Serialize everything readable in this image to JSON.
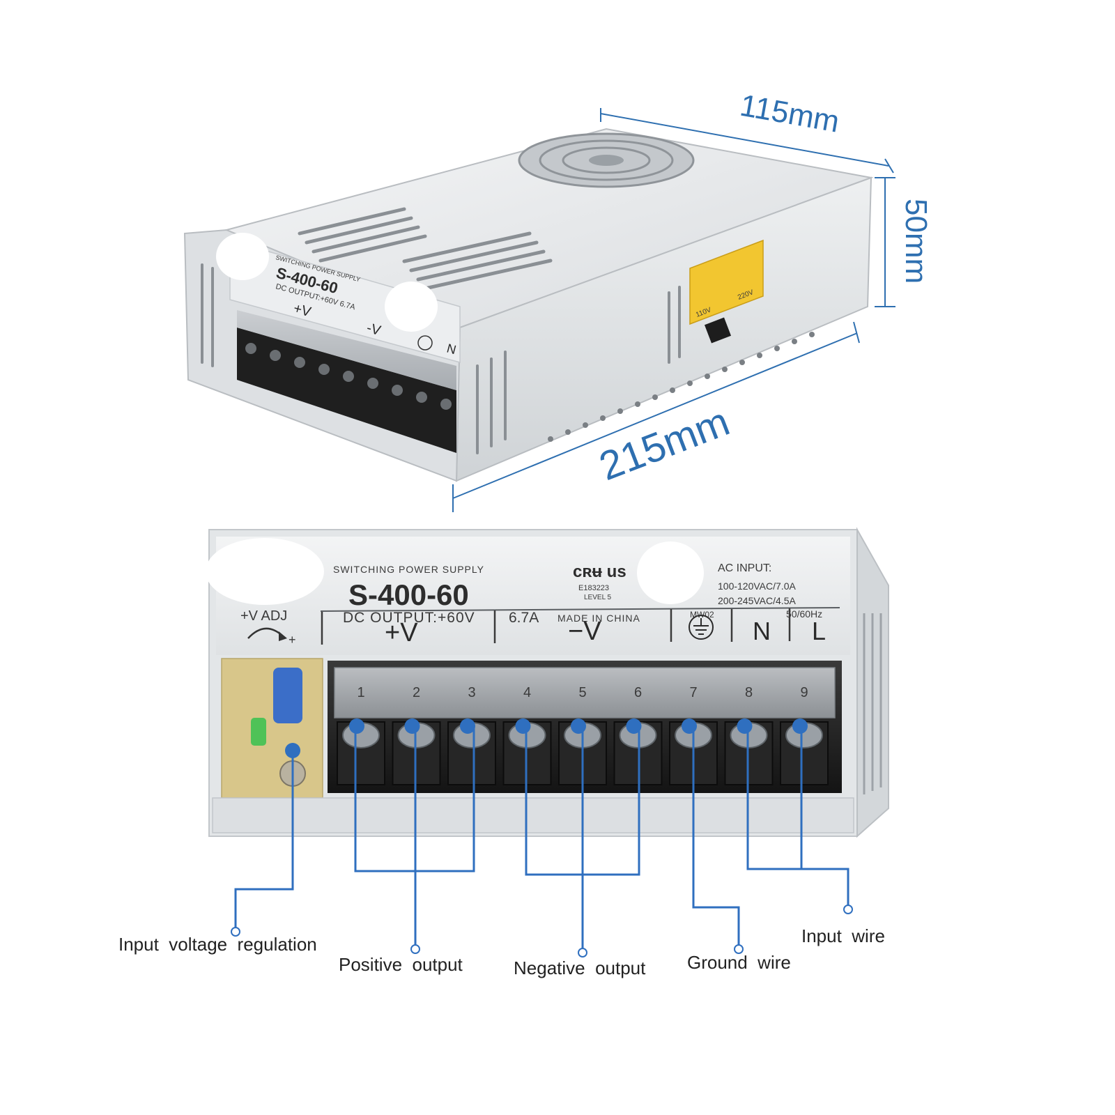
{
  "dimensions": {
    "width": "115mm",
    "height": "50mm",
    "length": "215mm"
  },
  "top_view": {
    "small_plate_heading": "SWITCHING POWER SUPPLY",
    "model": "S-400-60",
    "dc_output": "DC OUTPUT:+60V  6.7A",
    "plus_v": "+V",
    "minus_v": "-V",
    "n": "N",
    "switch_left": "110V",
    "switch_right": "220V"
  },
  "front_view": {
    "heading": "SWITCHING POWER SUPPLY",
    "model": "S-400-60",
    "dc_output": "DC OUTPUT:+60V",
    "current": "6.7A",
    "made_in": "MADE IN CHINA",
    "cert_mark": "cʀʉ us",
    "cert_file": "E183223",
    "cert_level": "LEVEL 5",
    "ac_input_title": "AC INPUT:",
    "ac_input_line1": "100-120VAC/7.0A",
    "ac_input_line2": "200-245VAC/4.5A",
    "model_code": "MW02",
    "frequency": "50/60Hz",
    "vadj": "+V ADJ",
    "vadj_plus": "+",
    "terminal_plus_v": "+V",
    "terminal_minus_v": "−V",
    "terminal_n": "N",
    "terminal_l": "L",
    "terminal_numbers": [
      "1",
      "2",
      "3",
      "4",
      "5",
      "6",
      "7",
      "8",
      "9"
    ]
  },
  "callouts": {
    "input_voltage_regulation": "Input  voltage  regulation",
    "positive_output": "Positive  output",
    "negative_output": "Negative  output",
    "ground_wire": "Ground  wire",
    "input_wire": "Input  wire"
  },
  "colors": {
    "dimension_blue": "#2e6fb0",
    "callout_blue": "#2f6fbf",
    "case_silver": "#e6e8ea",
    "terminal_black": "#1e1e1e",
    "warning_label_yellow": "#f2c630"
  }
}
